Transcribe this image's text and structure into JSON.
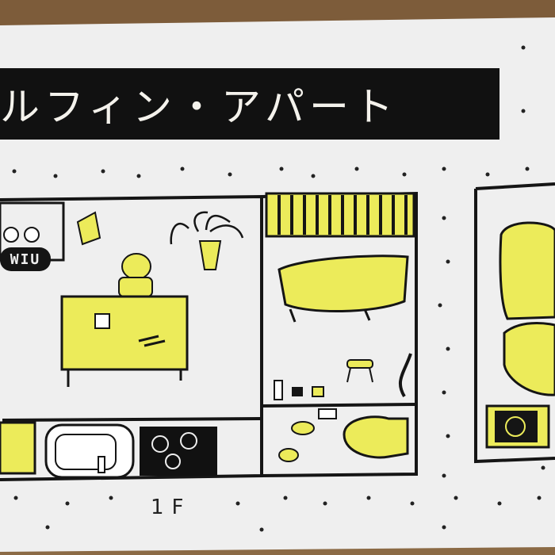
{
  "photo": {
    "subject": "printed towel with apartment floor plan illustration",
    "banner_title": "ルフィン・アパート",
    "sign_text": "WIU",
    "floor_label": "1F"
  },
  "colors": {
    "wood": "#8b6a45",
    "towel": "#efefef",
    "ink": "#151515",
    "yellow": "#eceb5a"
  }
}
